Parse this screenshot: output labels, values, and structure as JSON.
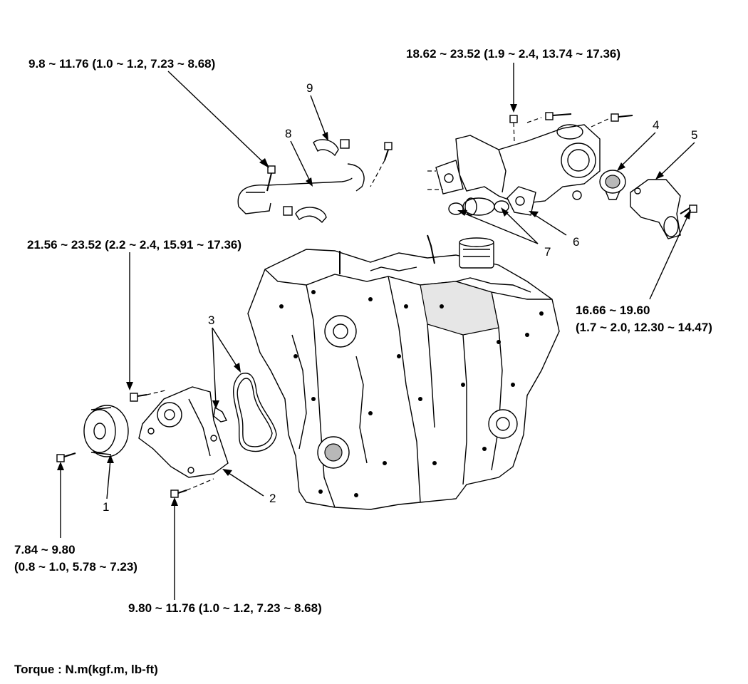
{
  "torque_specs": {
    "t1": "9.8 ~ 11.76 (1.0 ~ 1.2, 7.23 ~ 8.68)",
    "t2": "18.62 ~ 23.52 (1.9 ~ 2.4, 13.74 ~ 17.36)",
    "t3": "21.56 ~ 23.52 (2.2 ~ 2.4, 15.91 ~ 17.36)",
    "t4_line1": "16.66 ~ 19.60",
    "t4_line2": "(1.7 ~ 2.0, 12.30 ~ 14.47)",
    "t5_line1": "7.84 ~ 9.80",
    "t5_line2": "(0.8 ~ 1.0, 5.78 ~ 7.23)",
    "t6": "9.80 ~ 11.76 (1.0 ~ 1.2, 7.23 ~ 8.68)"
  },
  "callouts": {
    "c1": "1",
    "c2": "2",
    "c3": "3",
    "c4": "4",
    "c5": "5",
    "c6": "6",
    "c7": "7",
    "c8": "8",
    "c9": "9"
  },
  "legend": "Torque : N.m(kgf.m, lb-ft)"
}
